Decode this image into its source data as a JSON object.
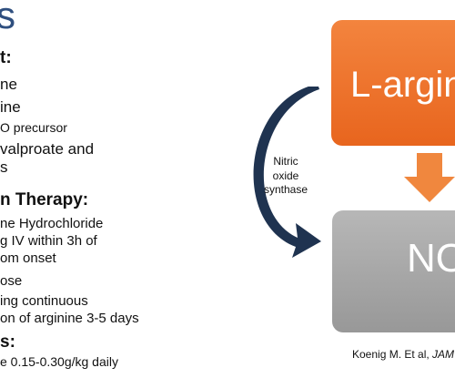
{
  "slide": {
    "title_fragment": "s",
    "section1_heading": "t:",
    "section1_items": [
      "ne",
      "ine",
      "O precursor",
      "valproate and",
      "s"
    ],
    "section2_heading": "n Therapy:",
    "section2_items": [
      "ne Hydrochloride",
      "g IV within 3h of",
      "om onset",
      "ose",
      "ing continuous",
      "on of arginine 3-5 days"
    ],
    "section3_heading": "s:",
    "section3_items": [
      "e 0.15-0.30g/kg daily"
    ]
  },
  "diagram": {
    "top_box_label": "L-argin",
    "bottom_box_label": "NO",
    "enzyme_label_lines": [
      "Nitric",
      "oxide",
      "synthase"
    ],
    "colors": {
      "top_box": "#e96e23",
      "bottom_box": "#a6a6a6",
      "down_arrow": "#f0873e",
      "curved_arrow": "#1f3350",
      "title": "#2f4f7f"
    }
  },
  "citation": {
    "text": "Koenig M. Et al, ",
    "journal_fragment": "JAM"
  }
}
